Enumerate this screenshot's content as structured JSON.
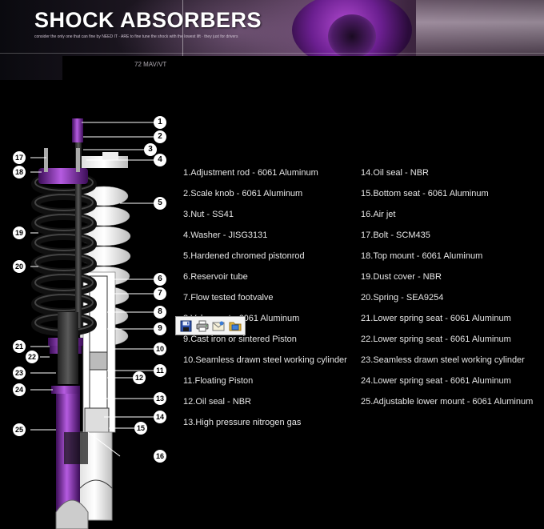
{
  "header": {
    "title": "SHOCK ABSORBERS",
    "tagline": "consider the only one that can fine by NEED IT · ARE to fine tune the shock with the lowest lift · they just for drivers",
    "code": "72 MAV/VT"
  },
  "diagram": {
    "callouts": [
      "1",
      "2",
      "3",
      "4",
      "5",
      "6",
      "7",
      "8",
      "9",
      "10",
      "11",
      "12",
      "13",
      "14",
      "15",
      "16",
      "17",
      "18",
      "19",
      "20",
      "21",
      "22",
      "23",
      "24",
      "25"
    ]
  },
  "parts_left": [
    {
      "num": "1",
      "text": "Adjustment rod - 6061 Aluminum"
    },
    {
      "num": "2",
      "text": "Scale knob - 6061 Aluminum"
    },
    {
      "num": "3",
      "text": "Nut - SS41"
    },
    {
      "num": "4",
      "text": "Washer - JISG3131"
    },
    {
      "num": "5",
      "text": "Hardened chromed pistonrod"
    },
    {
      "num": "6",
      "text": "Reservoir tube"
    },
    {
      "num": "7",
      "text": "Flow tested footvalve"
    },
    {
      "num": "8",
      "text": "Valve seat - 6061 Aluminum"
    },
    {
      "num": "9",
      "text": "Cast iron or sintered Piston"
    },
    {
      "num": "10",
      "text": "Seamless drawn steel working cylinder"
    },
    {
      "num": "11",
      "text": "Floating Piston"
    },
    {
      "num": "12",
      "text": "Oil seal - NBR"
    },
    {
      "num": "13",
      "text": "High pressure nitrogen gas"
    }
  ],
  "parts_right": [
    {
      "num": "14",
      "text": "Oil seal - NBR"
    },
    {
      "num": "15",
      "text": "Bottom seat - 6061 Aluminum"
    },
    {
      "num": "16",
      "text": "Air jet"
    },
    {
      "num": "17",
      "text": "Bolt - SCM435"
    },
    {
      "num": "18",
      "text": "Top mount - 6061 Aluminum"
    },
    {
      "num": "19",
      "text": "Dust cover - NBR"
    },
    {
      "num": "20",
      "text": "Spring - SEA9254"
    },
    {
      "num": "21",
      "text": "Lower spring seat - 6061 Aluminum"
    },
    {
      "num": "22",
      "text": "Lower spring seat - 6061 Aluminum"
    },
    {
      "num": "23",
      "text": "Seamless drawn steel working cylinder"
    },
    {
      "num": "24",
      "text": "Lower spring seat - 6061 Aluminum"
    },
    {
      "num": "25",
      "text": "Adjustable lower mount - 6061 Aluminum"
    }
  ],
  "toolbar": {
    "icons": [
      "save-icon",
      "print-icon",
      "email-icon",
      "folder-icon"
    ]
  },
  "colors": {
    "accent_purple": "#8a2fb8",
    "background": "#000000",
    "text": "#e6e6e6"
  }
}
